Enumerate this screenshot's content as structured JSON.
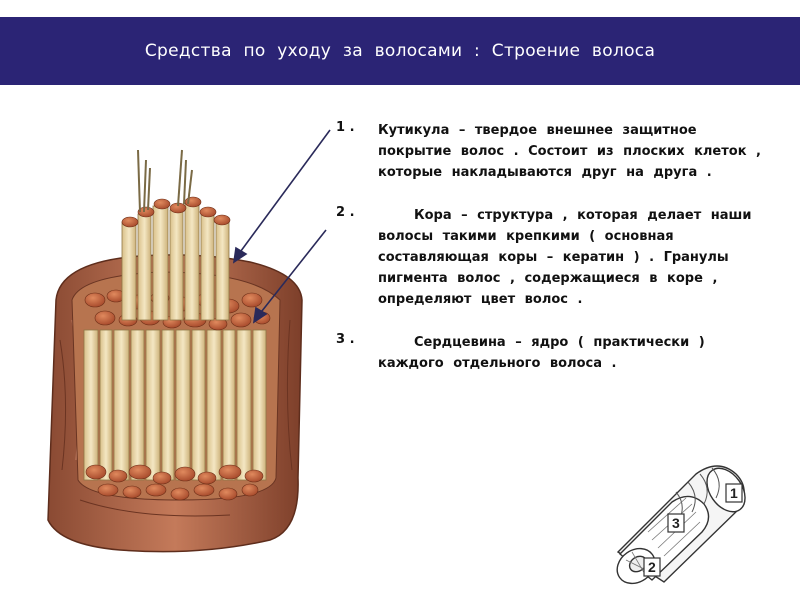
{
  "header": {
    "title": "Средства   по   уходу   за   волосами :   Строение   волоса"
  },
  "items": [
    {
      "number": "1 .",
      "text": "Кутикула  –  твердое  внешнее  защитное покрытие  волос .  Состоит  из  плоских  клеток , которые  накладываются  друг  на  друга ."
    },
    {
      "number": "2 .",
      "text": "Кора  –  структура ,  которая  делает  наши волосы  такими  крепкими  ( основная составляющая  коры  –  кератин ) .  Гранулы пигмента  волос ,  содержащиеся  в  коре , определяют  цвет  волос ."
    },
    {
      "number": "3 .",
      "text": "Сердцевина  –  ядро  ( практически ) каждого  отдельного  волоса ."
    }
  ],
  "mini_diagram": {
    "labels": [
      "1",
      "2",
      "3"
    ]
  },
  "colors": {
    "header_bg": "#2b2475",
    "header_text": "#ffffff",
    "sheath": "#b5654a",
    "fiber": "#e8d6a8",
    "granule": "#c9653e"
  }
}
